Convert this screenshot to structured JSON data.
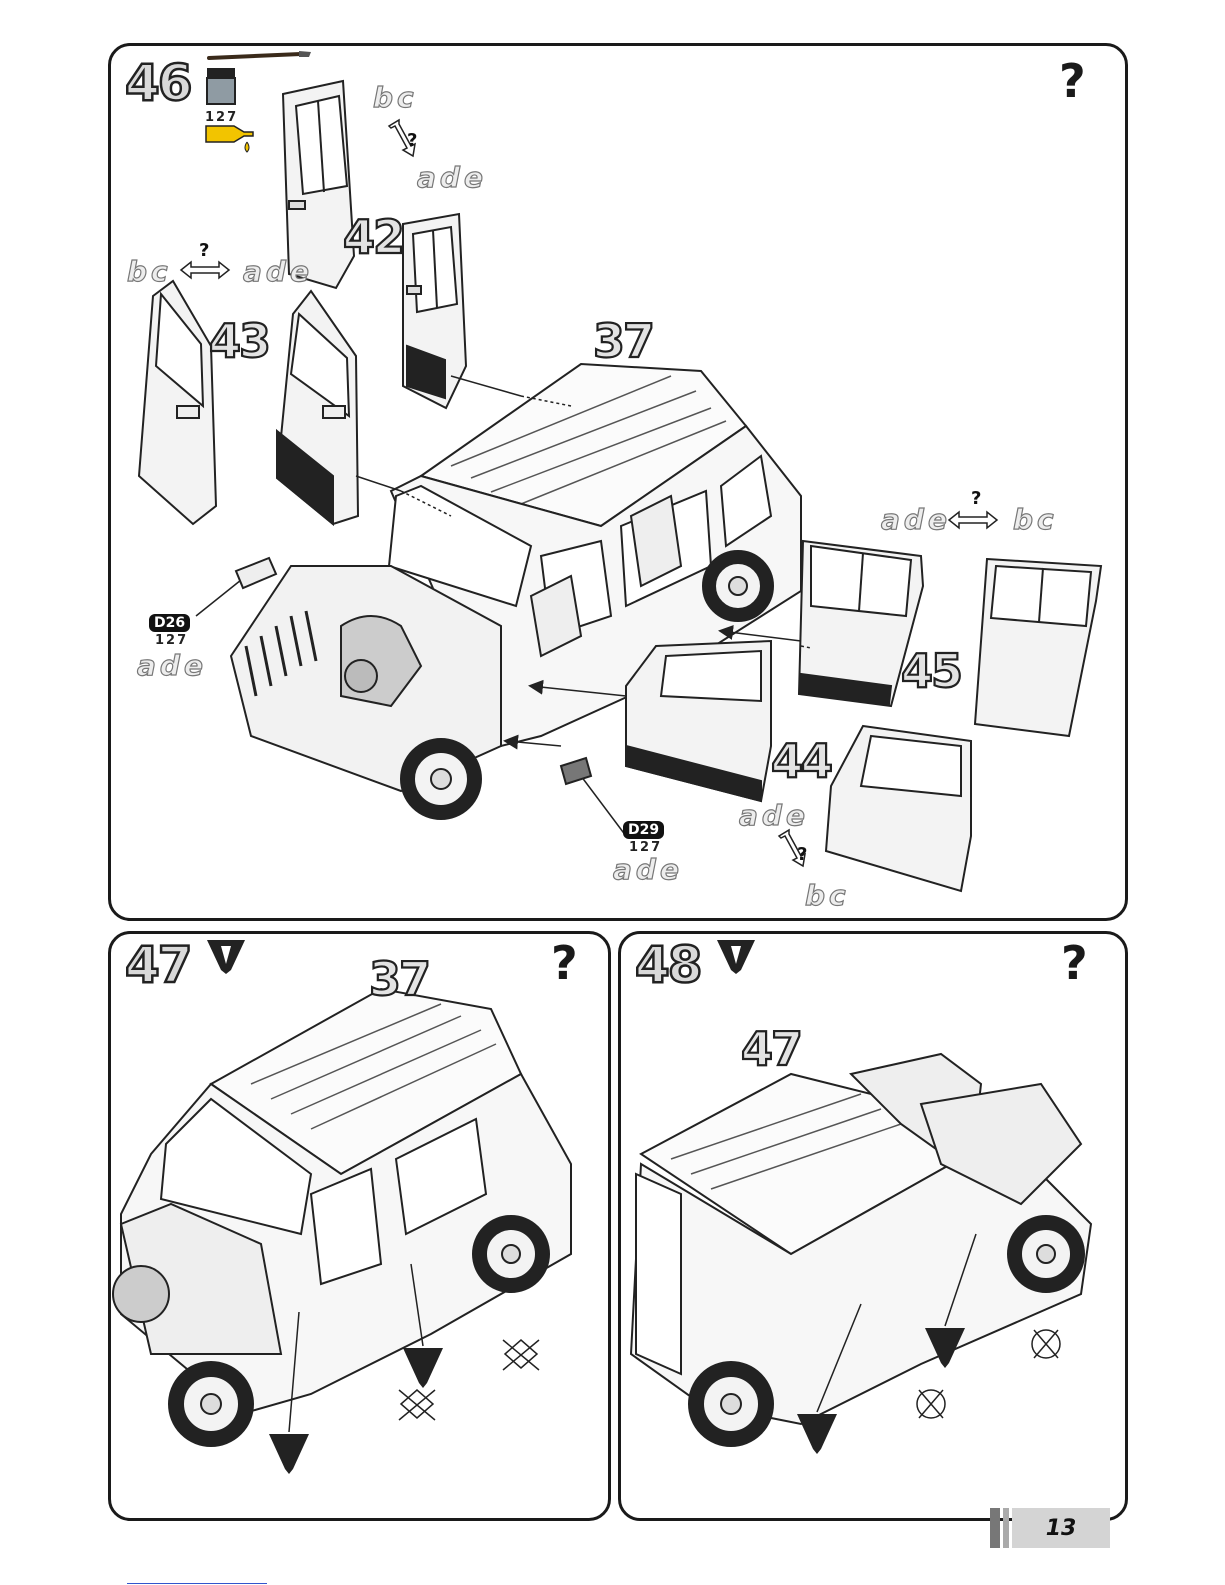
{
  "page": {
    "number": "13"
  },
  "step46": {
    "number": "46",
    "help": "?",
    "paint_code": "127",
    "parts": {
      "top_door": "42",
      "left_door": "43",
      "body": "37",
      "rear_door": "45",
      "front_door": "44"
    },
    "variants": [
      {
        "from": "bc",
        "q": "?",
        "to": "ade"
      },
      {
        "from": "bc",
        "q": "?",
        "to": "ade"
      },
      {
        "from": "ade",
        "q": "?",
        "to": "bc"
      },
      {
        "from": "ade",
        "q": "?",
        "to": "bc"
      }
    ],
    "decals": [
      {
        "code": "D26",
        "paint": "127",
        "variant": "ade"
      },
      {
        "code": "D29",
        "paint": "127",
        "variant": "ade"
      }
    ]
  },
  "step47": {
    "number": "47",
    "help": "?",
    "part": "37"
  },
  "step48": {
    "number": "48",
    "help": "?",
    "part": "47"
  },
  "icons": {
    "paint_jar": "paint-jar-icon",
    "brush": "paint-brush-icon",
    "glue": "glue-tube-icon",
    "pen": "marker-pen-icon",
    "cross": "not-allowed-icon"
  }
}
